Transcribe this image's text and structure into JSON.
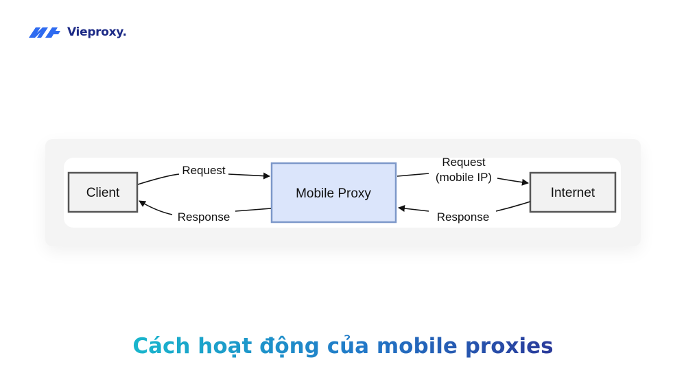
{
  "brand": {
    "name": "Vieproxy.",
    "color": "#1c2a86",
    "logo_icon": "vieproxy-logo-mark"
  },
  "diagram": {
    "nodes": {
      "client": "Client",
      "mobile_proxy": "Mobile Proxy",
      "internet": "Internet"
    },
    "edges": {
      "left_request": "Request",
      "left_response": "Response",
      "right_request_line1": "Request",
      "right_request_line2": "(mobile IP)",
      "right_response": "Response"
    },
    "colors": {
      "proxy_fill": "#dbe5fb",
      "proxy_border": "#7d98c9",
      "box_fill": "#f2f2f2",
      "box_border": "#555555"
    }
  },
  "caption": "Cách hoạt động của mobile proxies"
}
